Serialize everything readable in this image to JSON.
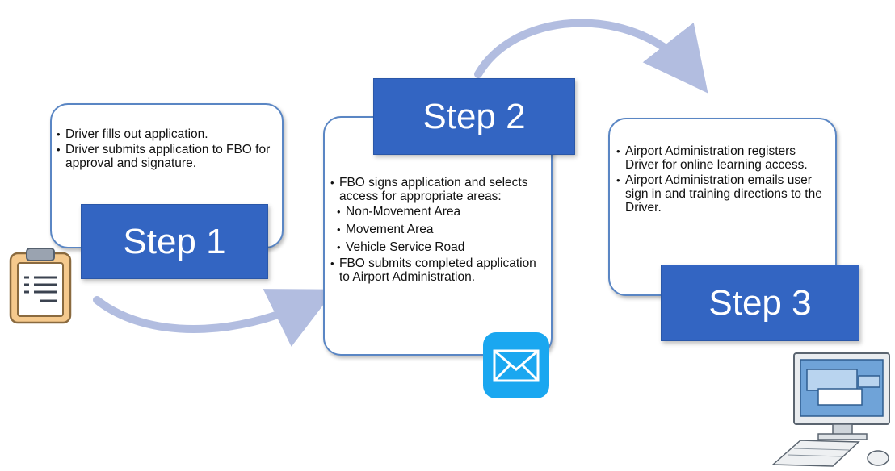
{
  "steps": [
    {
      "label": "Step 1",
      "bullets": [
        "Driver fills out application.",
        "Driver submits application to FBO for approval and signature."
      ]
    },
    {
      "label": "Step 2",
      "bullets": [
        "FBO signs application and selects access for appropriate areas:"
      ],
      "sub_bullets": [
        "Non-Movement Area",
        "Movement Area",
        "Vehicle Service Road"
      ],
      "bullets_after": [
        "FBO submits completed application to Airport Administration."
      ]
    },
    {
      "label": "Step 3",
      "bullets": [
        "Airport Administration registers Driver for online learning access.",
        "Airport Administration emails user sign in and training directions to the Driver."
      ]
    }
  ],
  "icons": [
    "clipboard-icon",
    "envelope-icon",
    "computer-icon"
  ],
  "colors": {
    "step_fill": "#3365c2",
    "card_border": "#5a86c4",
    "arrow": "#b2bde0",
    "envelope_bg": "#1aa7f0",
    "clipboard": "#f5c98d"
  }
}
